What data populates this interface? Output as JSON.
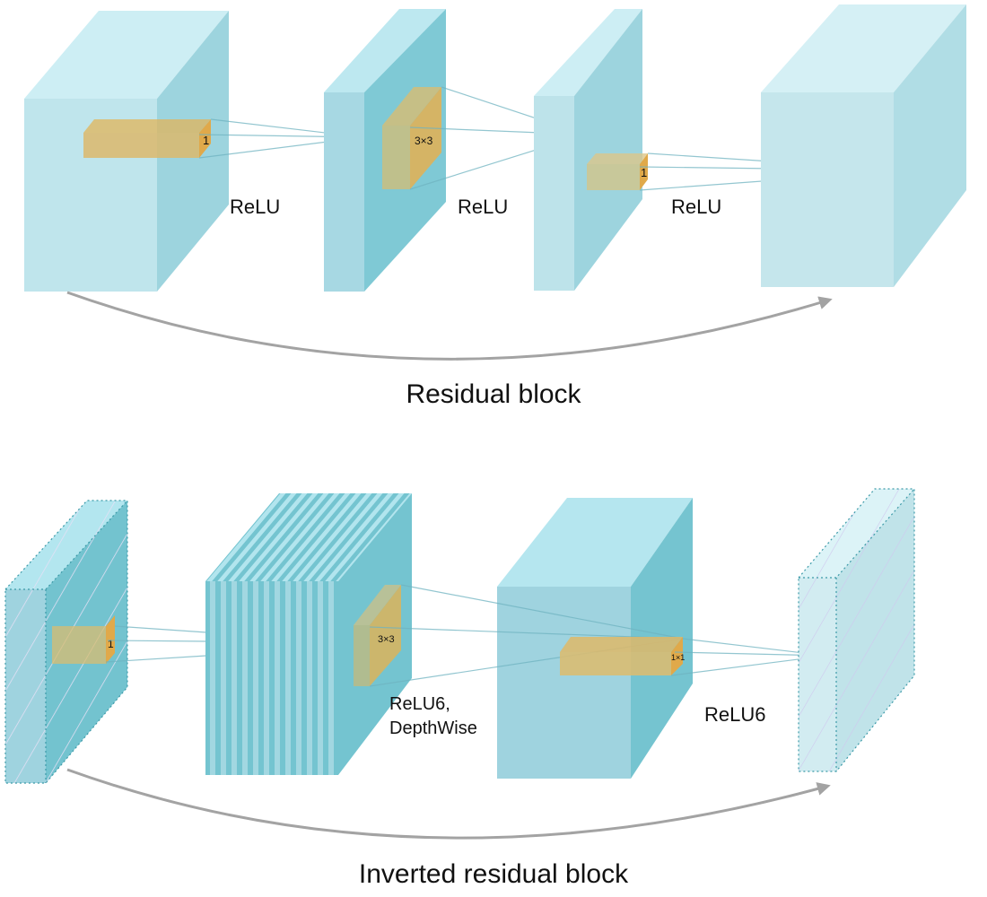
{
  "residual": {
    "title": "Residual block",
    "activations": [
      "ReLU",
      "ReLU",
      "ReLU"
    ],
    "kernels": [
      "1",
      "3×3",
      "1"
    ]
  },
  "inverted": {
    "title": "Inverted residual block",
    "activation_depthwise_line1": "ReLU6,",
    "activation_depthwise_line2": "DepthWise",
    "activation_2": "ReLU6",
    "kernels": [
      "1",
      "3×3",
      "1×1"
    ]
  },
  "colors": {
    "block_front": "#a6d8e3",
    "block_side": "#75c4d0",
    "block_top": "#b6e7f0",
    "kernel": "#e2b45a",
    "arrow": "#a3a3a3"
  }
}
